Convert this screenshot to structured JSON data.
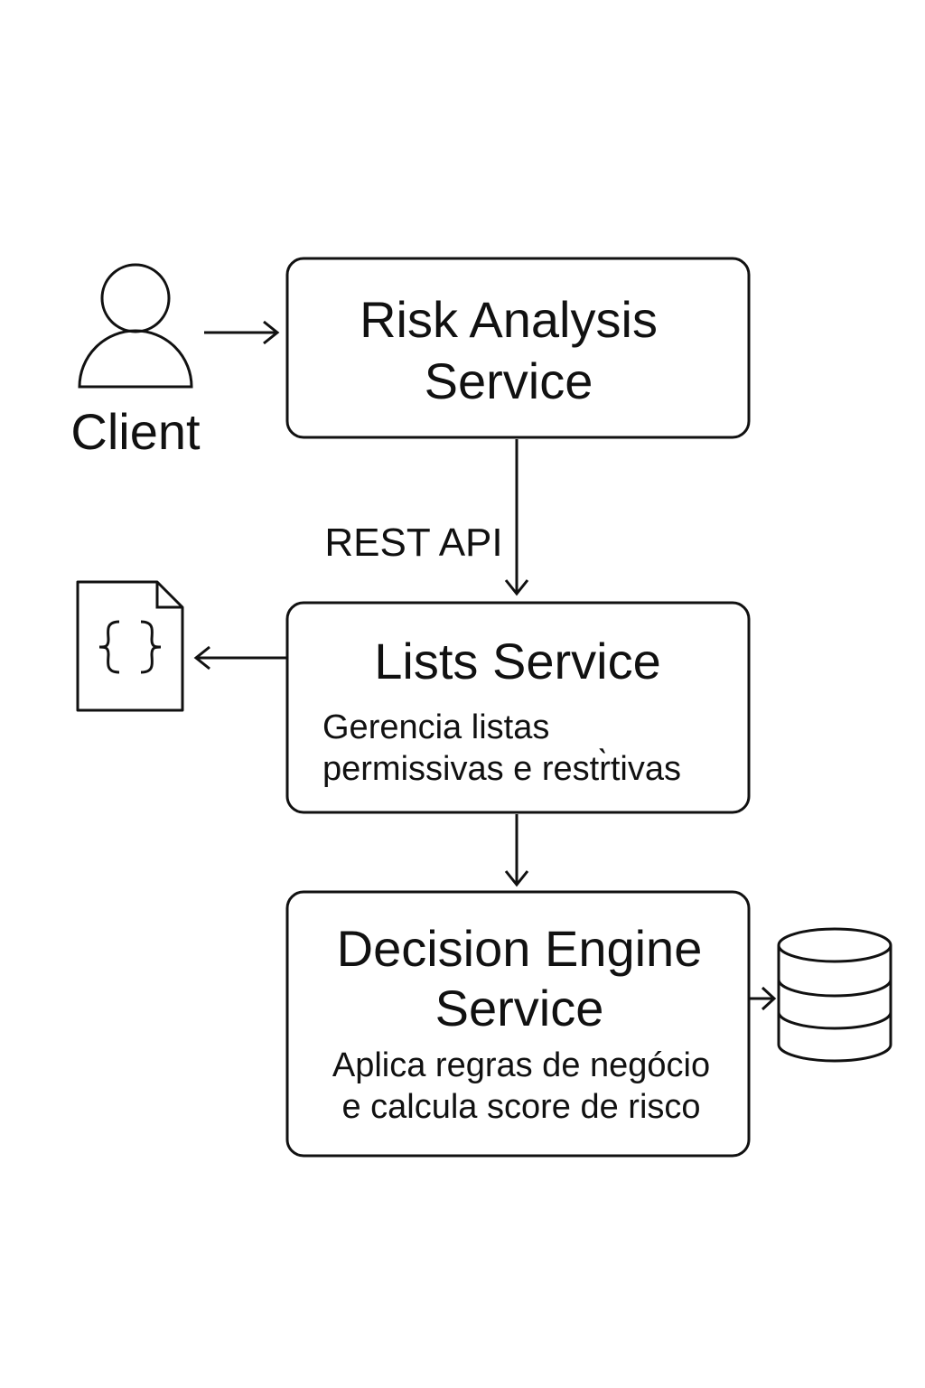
{
  "client": {
    "label": "Client",
    "icon": "user-icon"
  },
  "services": [
    {
      "title_lines": [
        "Risk Analysis",
        "Service"
      ],
      "description_lines": []
    },
    {
      "title_lines": [
        "Lists Service"
      ],
      "description_lines": [
        "Gerencia listas",
        "permissivas e restr̀tivas"
      ]
    },
    {
      "title_lines": [
        "Decision Engine",
        "Service"
      ],
      "description_lines": [
        "Aplica regras de negócio",
        "e calcula score de risco"
      ]
    }
  ],
  "edges": {
    "risk_to_lists_label": "REST API"
  },
  "icons": {
    "json_file": "json-file-icon",
    "database": "database-icon"
  },
  "colors": {
    "stroke": "#111111",
    "background": "#ffffff"
  }
}
